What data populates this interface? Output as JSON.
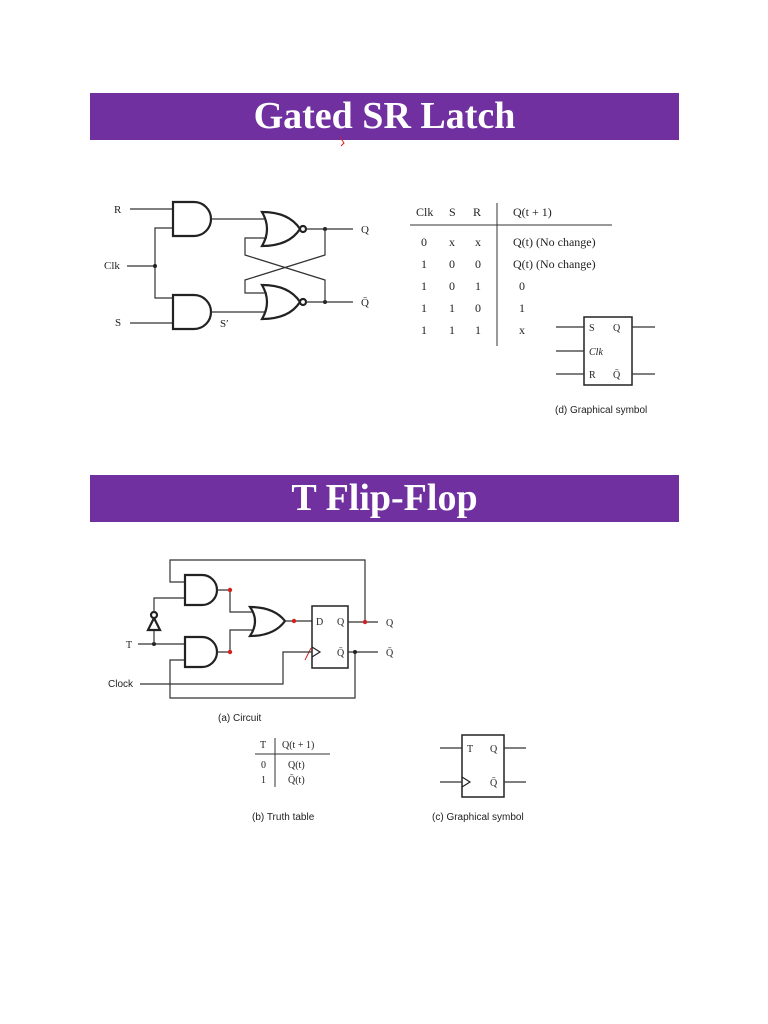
{
  "section1": {
    "title": "Gated SR Latch",
    "circuit": {
      "input_r": "R",
      "input_clk": "Clk",
      "input_s": "S",
      "label_s_prime": "S′",
      "output_q": "Q",
      "output_q_bar": "Q̄"
    },
    "truth_table": {
      "headers": [
        "Clk",
        "S",
        "R",
        "Q(t + 1)"
      ],
      "rows": [
        [
          "0",
          "x",
          "x",
          "Q(t) (No change)"
        ],
        [
          "1",
          "0",
          "0",
          "Q(t) (No change)"
        ],
        [
          "1",
          "0",
          "1",
          "0"
        ],
        [
          "1",
          "1",
          "0",
          "1"
        ],
        [
          "1",
          "1",
          "1",
          "x"
        ]
      ]
    },
    "symbol": {
      "pin_s": "S",
      "pin_clk": "Clk",
      "pin_r": "R",
      "pin_q": "Q",
      "pin_q_bar": "Q̄",
      "caption": "(d) Graphical symbol"
    }
  },
  "section2": {
    "title": "T Flip-Flop",
    "circuit": {
      "input_t": "T",
      "input_clock": "Clock",
      "ff_d": "D",
      "ff_q": "Q",
      "ff_q_bar": "Q̄",
      "output_q": "Q",
      "output_q_bar": "Q̄",
      "caption": "(a) Circuit"
    },
    "truth_table": {
      "headers": [
        "T",
        "Q(t + 1)"
      ],
      "rows": [
        [
          "0",
          "Q(t)"
        ],
        [
          "1",
          "Q̄(t)"
        ]
      ],
      "caption": "(b) Truth table"
    },
    "symbol": {
      "pin_t": "T",
      "pin_q": "Q",
      "pin_q_bar": "Q̄",
      "caption": "(c) Graphical symbol"
    }
  },
  "colors": {
    "banner": "#7030a0",
    "junction_red": "#d42020"
  }
}
